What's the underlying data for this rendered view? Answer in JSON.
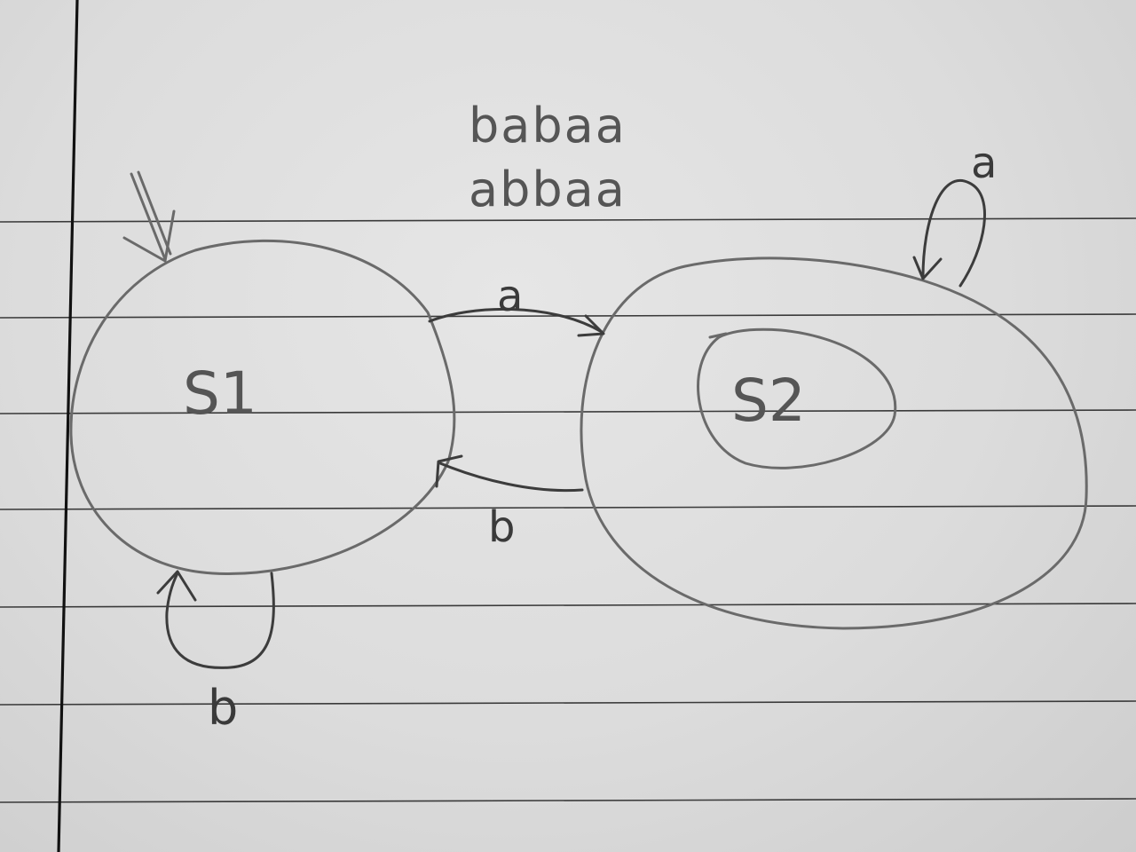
{
  "diagram": {
    "input_strings": [
      "babaa",
      "abbaa"
    ],
    "states": [
      {
        "id": "s1",
        "label": "S1",
        "start": true,
        "accepting": false
      },
      {
        "id": "s2",
        "label": "S2",
        "start": false,
        "accepting": true
      }
    ],
    "transitions": [
      {
        "from": "S1",
        "to": "S2",
        "label": "a"
      },
      {
        "from": "S2",
        "to": "S1",
        "label": "b"
      },
      {
        "from": "S1",
        "to": "S1",
        "label": "b"
      },
      {
        "from": "S2",
        "to": "S2",
        "label": "a"
      }
    ]
  }
}
